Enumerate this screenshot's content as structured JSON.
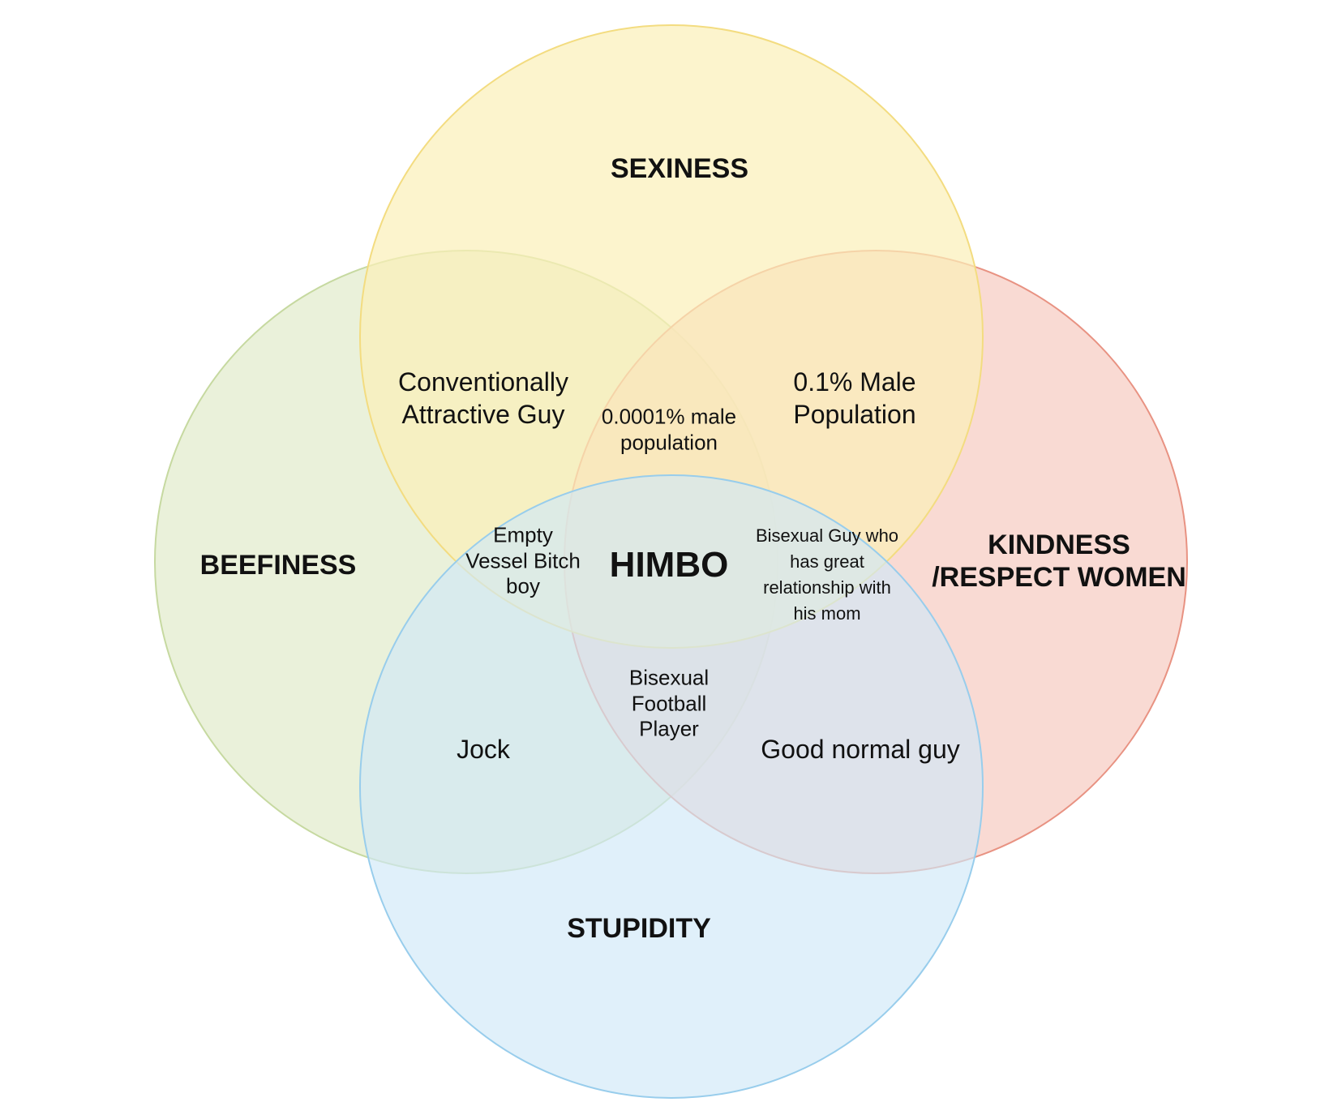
{
  "sets": {
    "sexiness": {
      "label": "SEXINESS",
      "fill": "#fbf0b8",
      "stroke": "#f3dc80"
    },
    "beefiness": {
      "label": "BEEFINESS",
      "fill": "#e6efd4",
      "stroke": "#c6d9a0"
    },
    "kindness": {
      "label": "KINDNESS\n/RESPECT WOMEN",
      "fill": "#f7cdc4",
      "stroke": "#e89282"
    },
    "stupidity": {
      "label": "STUPIDITY",
      "fill": "#cfe8f8",
      "stroke": "#98cdec"
    }
  },
  "regions": {
    "conventionally_attractive": "Conventionally\nAttractive Guy",
    "male_0001": "0.0001% male\npopulation",
    "male_01": "0.1%  Male\nPopulation",
    "empty_vessel": "Empty\nVessel Bitch\nboy",
    "himbo": "HIMBO",
    "bisexual_mom": "Bisexual Guy who\nhas great\nrelationship with\nhis mom",
    "bisexual_football": "Bisexual\nFootball\nPlayer",
    "jock": "Jock",
    "good_normal_guy": "Good normal guy"
  }
}
